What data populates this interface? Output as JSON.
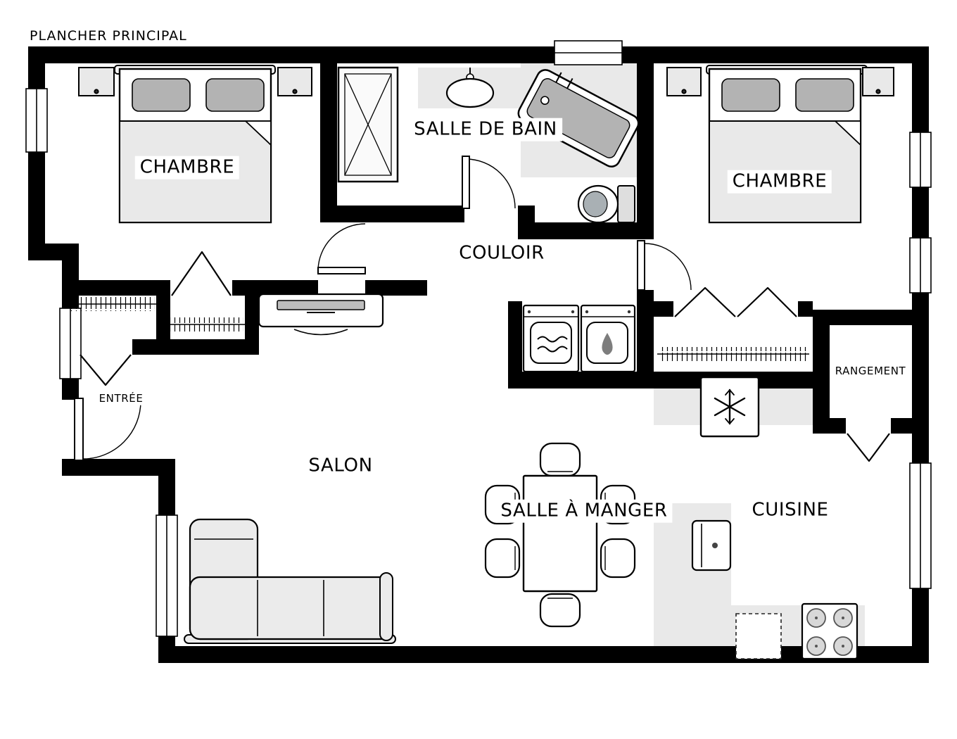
{
  "title": "PLANCHER PRINCIPAL",
  "rooms": {
    "bedroom_left": {
      "label": "CHAMBRE"
    },
    "bathroom": {
      "label": "SALLE DE BAIN"
    },
    "bedroom_right": {
      "label": "CHAMBRE"
    },
    "hallway": {
      "label": "COULOIR"
    },
    "entry": {
      "label": "ENTRÉE"
    },
    "storage": {
      "label": "RANGEMENT"
    },
    "living_room": {
      "label": "SALON"
    },
    "dining_room": {
      "label": "SALLE À MANGER"
    },
    "kitchen": {
      "label": "CUISINE"
    }
  },
  "colors": {
    "wall": "#000000",
    "floor": "#ffffff",
    "counter": "#e9e9e9",
    "soft_furniture": "#ebebeb",
    "accent_gray": "#b3b3b3"
  }
}
